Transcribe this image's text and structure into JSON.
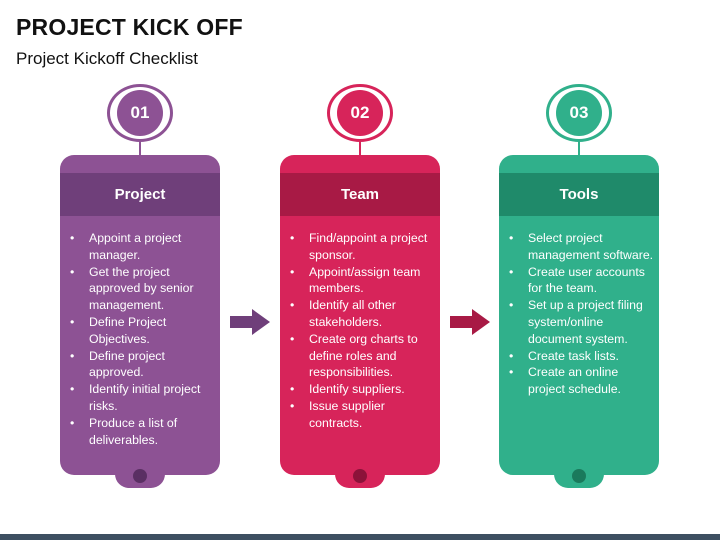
{
  "title": "PROJECT KICK OFF",
  "subtitle": "Project Kickoff Checklist",
  "steps": [
    {
      "number": "01",
      "heading": "Project",
      "color": "#8d5294",
      "header_color": "#6f3f7a",
      "dark_color": "#5a2f63",
      "items": [
        "Appoint a project manager.",
        "Get the project approved by senior management.",
        "Define Project Objectives.",
        "Define project approved.",
        "Identify initial project risks.",
        "Produce a list of deliverables."
      ]
    },
    {
      "number": "02",
      "heading": "Team",
      "color": "#d7245a",
      "header_color": "#a81a45",
      "dark_color": "#8c1239",
      "items": [
        "Find/appoint a project sponsor.",
        "Appoint/assign team members.",
        "Identify all other stakeholders.",
        "Create org charts to define roles and responsibilities.",
        "Identify suppliers.",
        "Issue supplier contracts."
      ]
    },
    {
      "number": "03",
      "heading": "Tools",
      "color": "#30b08b",
      "header_color": "#1f8a6a",
      "dark_color": "#1a7a5c",
      "items": [
        "Select project management software.",
        "Create user accounts for the team.",
        "Set up a project filing system/online document system.",
        "Create task lists.",
        "Create an online project schedule."
      ]
    }
  ],
  "arrows": [
    {
      "color": "#6f3f7a"
    },
    {
      "color": "#a81a45"
    }
  ]
}
